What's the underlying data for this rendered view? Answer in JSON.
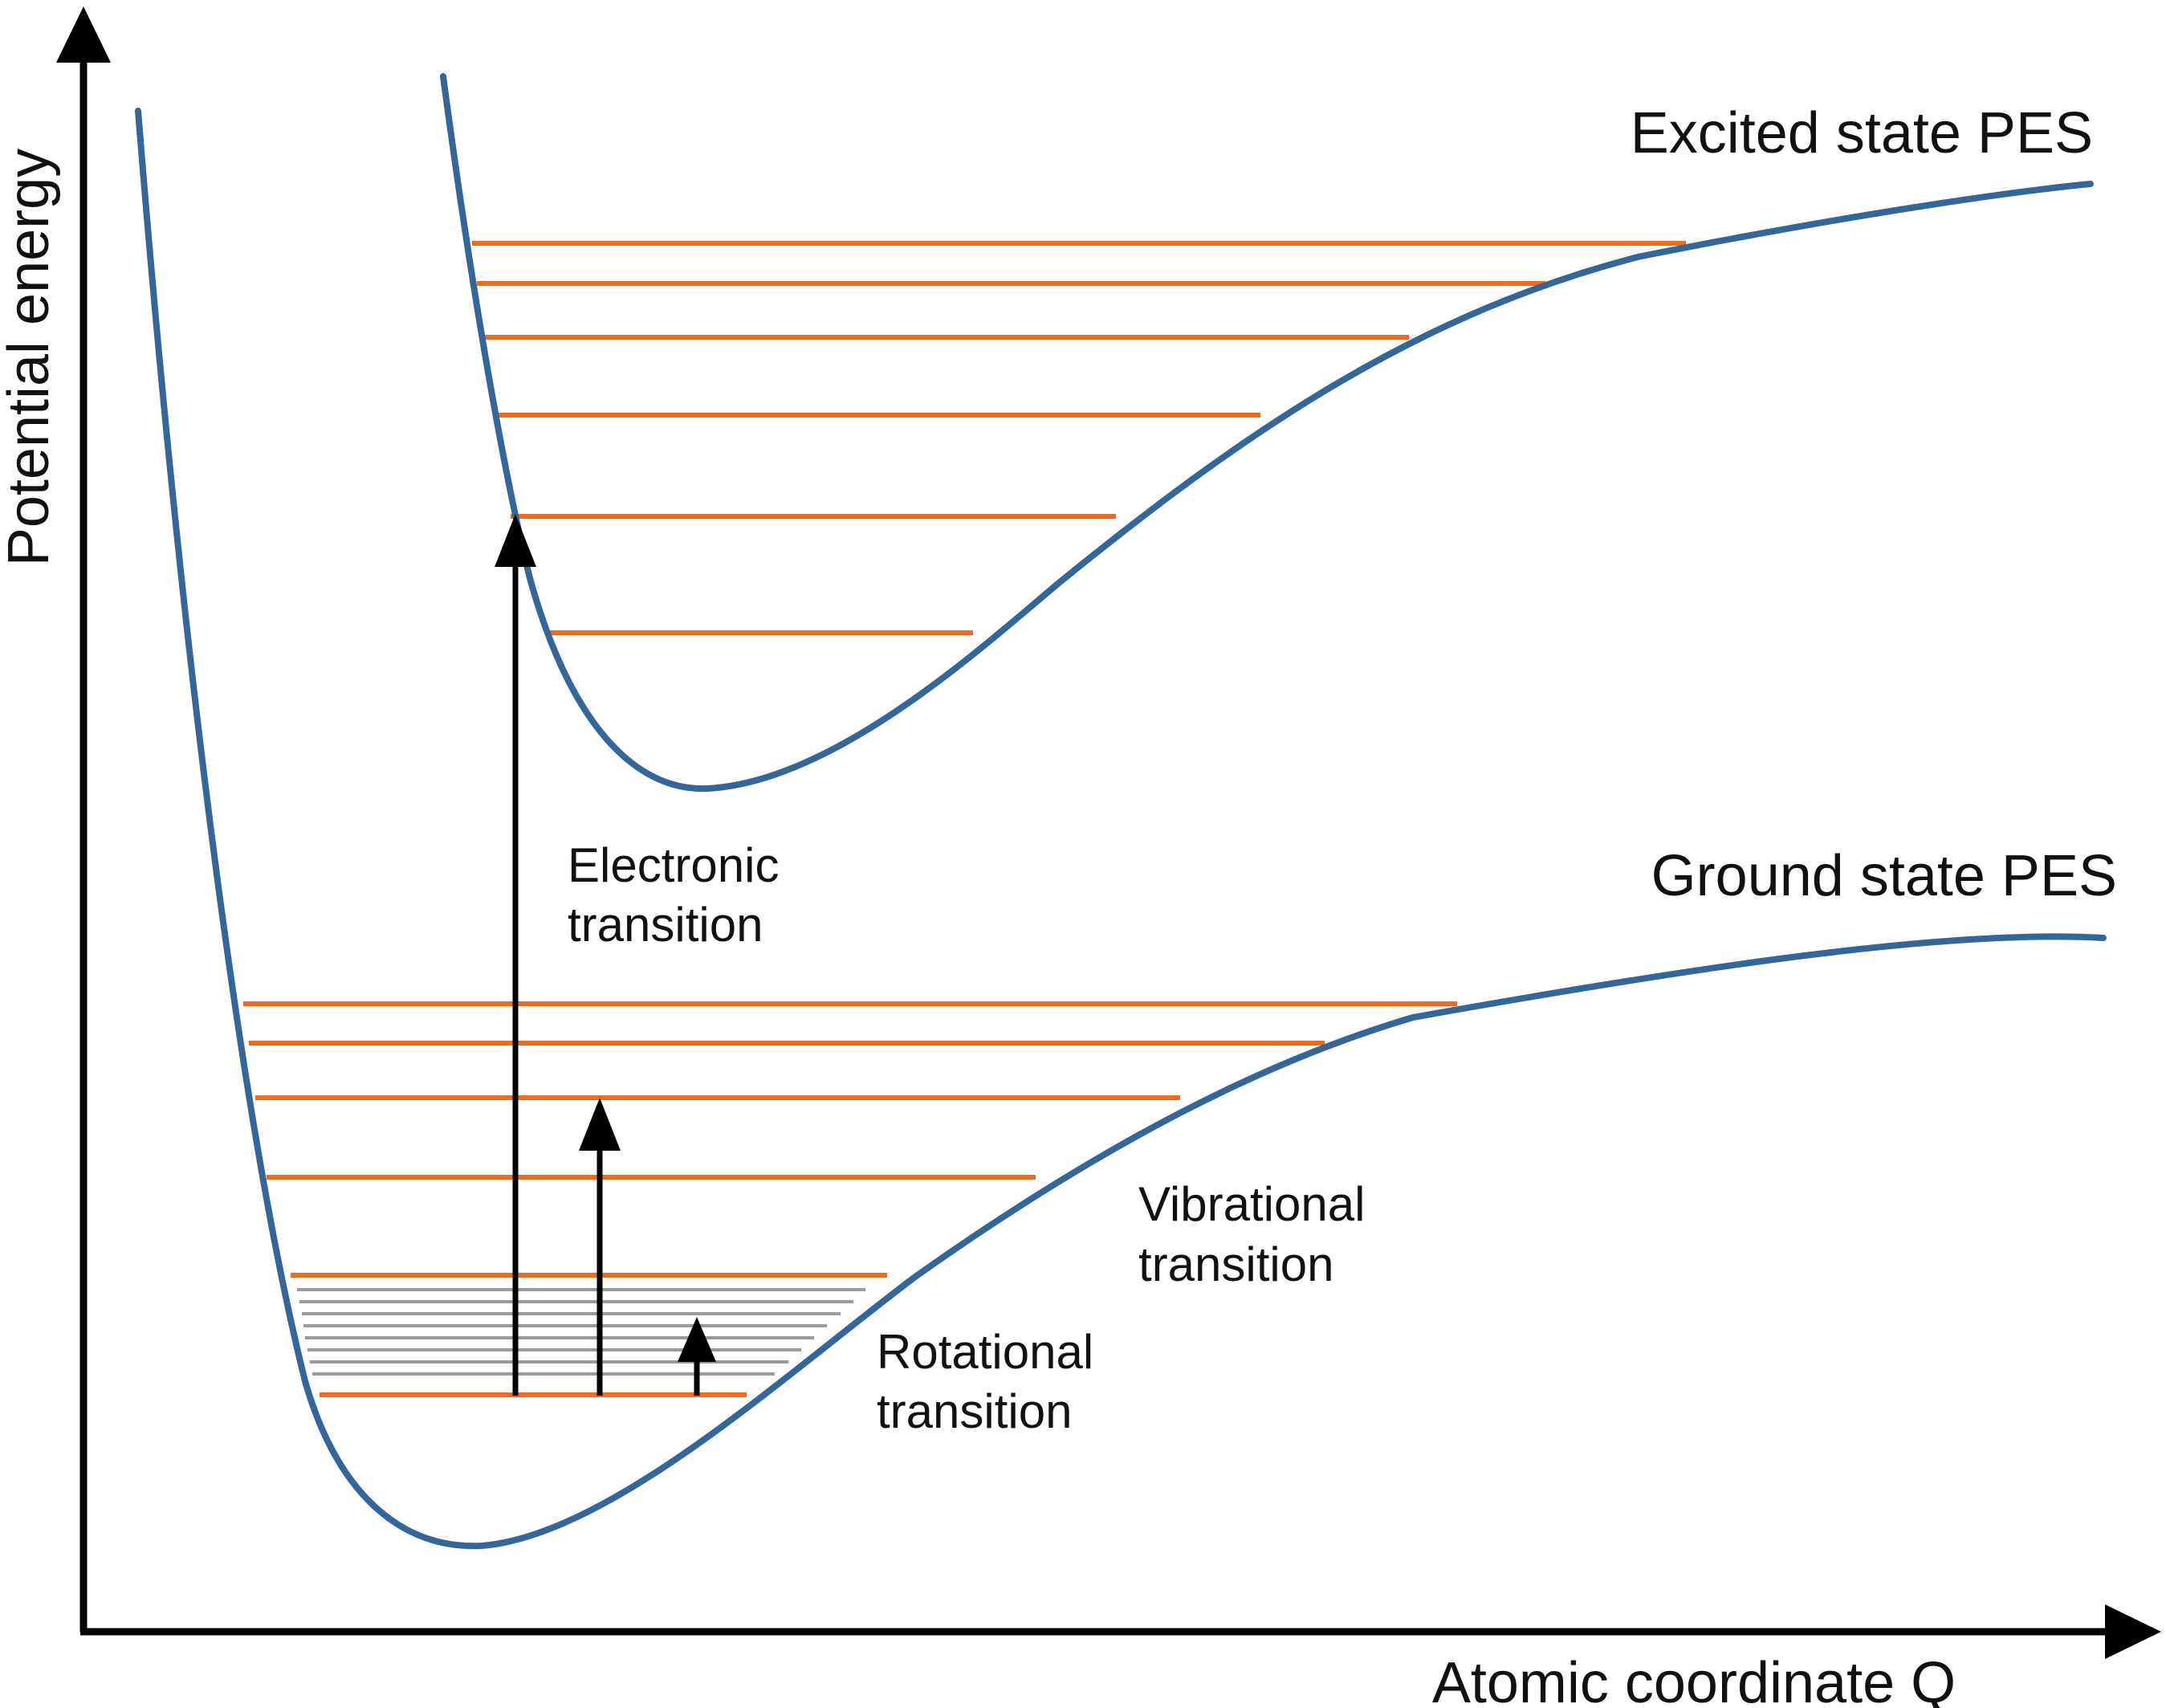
{
  "axes": {
    "y_label": "Potential energy",
    "x_label": "Atomic coordinate Q"
  },
  "curves": {
    "excited": {
      "label": "Excited state PES"
    },
    "ground": {
      "label": "Ground state PES"
    }
  },
  "transitions": {
    "electronic": {
      "line1": "Electronic",
      "line2": "transition"
    },
    "vibrational": {
      "line1": "Vibrational",
      "line2": "transition"
    },
    "rotational": {
      "line1": "Rotational",
      "line2": "transition"
    }
  },
  "colors": {
    "curve": "#336699",
    "vibrational_level": "#f26a1b",
    "rotational_level": "#9a9a9a",
    "axis": "#000000",
    "arrow": "#000000"
  }
}
